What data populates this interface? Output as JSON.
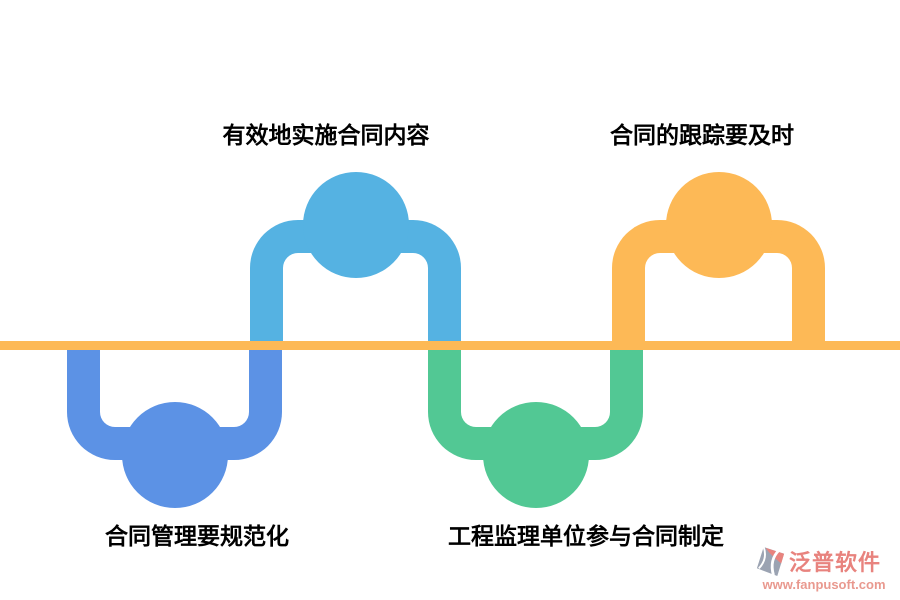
{
  "diagram": {
    "type": "alternating-timeline-infographic",
    "background_color": "#ffffff",
    "baseline_color": "#FDB956",
    "label_text_color": "#000000",
    "modules": [
      {
        "id": "bottom-left",
        "label": "合同管理要规范化",
        "color": "#5C92E5",
        "position": "below-line"
      },
      {
        "id": "top-left",
        "label": "有效地实施合同内容",
        "color": "#55B2E2",
        "position": "above-line"
      },
      {
        "id": "bottom-middle",
        "label": "工程监理单位参与合同制定",
        "color": "#52C894",
        "position": "below-line"
      },
      {
        "id": "top-right",
        "label": "合同的跟踪要及时",
        "color": "#FDB956",
        "position": "above-line"
      }
    ]
  },
  "watermark": {
    "brand": "泛普软件",
    "url": "www.fanpusoft.com",
    "brand_color": "#E8837E",
    "url_color": "#E9998F",
    "logo_gray": "#9BA3B2",
    "logo_accent": "#E8837E"
  }
}
